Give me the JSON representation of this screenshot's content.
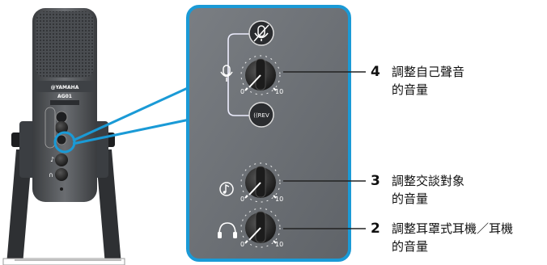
{
  "device": {
    "brand": "@YAMAHA",
    "model": "AG01"
  },
  "panel": {
    "rev_button_label": "((REV",
    "scale_min": "0",
    "scale_max": "10"
  },
  "callouts": [
    {
      "number": "4",
      "line1": "調整自己聲音",
      "line2": "的音量"
    },
    {
      "number": "3",
      "line1": "調整交談對象",
      "line2": "的音量"
    },
    {
      "number": "2",
      "line1": "調整耳罩式耳機／耳機",
      "line2": "的音量"
    }
  ],
  "colors": {
    "panel_border": "#1a9ad6",
    "panel_fill": "#6e7378",
    "knob": "#2a2a2a"
  }
}
